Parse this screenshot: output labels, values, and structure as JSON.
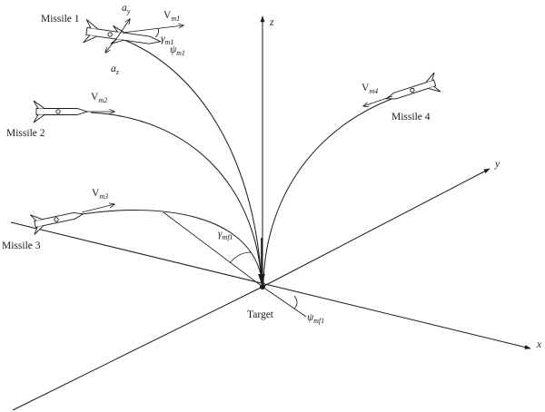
{
  "axes": {
    "x": "x",
    "y": "y",
    "z": "z"
  },
  "target": "Target",
  "missiles": {
    "m1": {
      "name": "Missile 1",
      "v": "V",
      "v_sub": "m1",
      "gamma": "γ",
      "gamma_sub": "m1",
      "psi": "ψ",
      "psi_sub": "m1",
      "ay": "a",
      "ay_sub": "y",
      "az": "a",
      "az_sub": "z"
    },
    "m2": {
      "name": "Missile 2",
      "v": "V",
      "v_sub": "m2"
    },
    "m3": {
      "name": "Missile 3",
      "v": "V",
      "v_sub": "m3"
    },
    "m4": {
      "name": "Missile 4",
      "v": "V",
      "v_sub": "m4"
    }
  },
  "angles": {
    "gamma_f": "γ",
    "gamma_f_sub": "mf1",
    "psi_f": "ψ",
    "psi_f_sub": "mf1"
  }
}
